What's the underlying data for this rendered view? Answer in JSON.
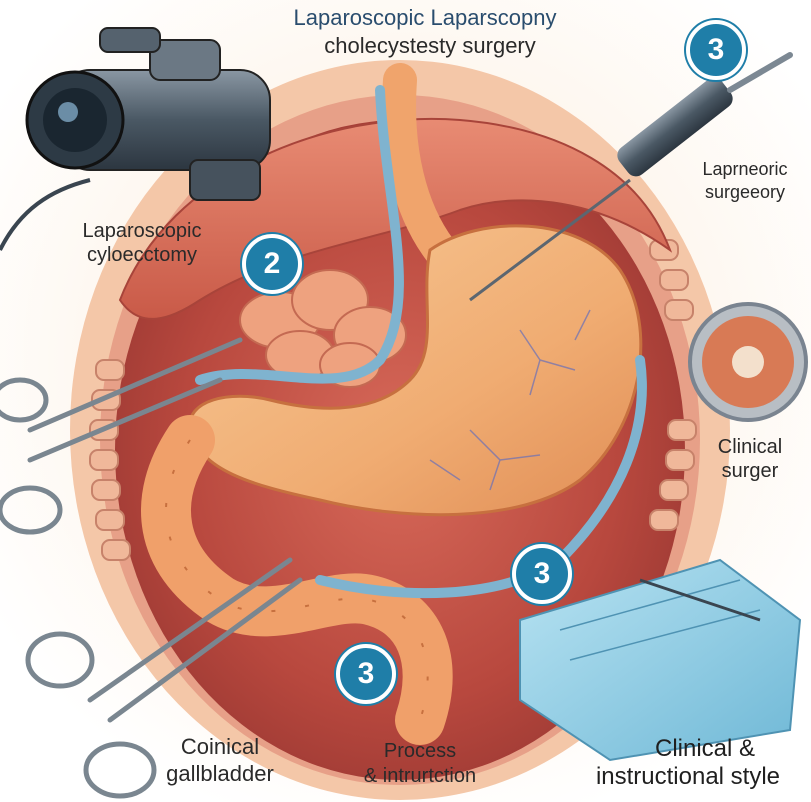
{
  "title": {
    "line1": "Laparoscopic Laparscopny",
    "line2": "cholecystesty surgery"
  },
  "labels": {
    "top_left_line1": "Laparoscopic",
    "top_left_line2": "cyloecctomy",
    "right_top_line1": "Laprneoric",
    "right_top_line2": "surgeeory",
    "right_mid_line1": "Clinical",
    "right_mid_line2": "surger",
    "bottom_left_line1": "Coinical",
    "bottom_left_line2": "gallbladder",
    "bottom_center_line1": "Process",
    "bottom_center_line2": "& intrurtction",
    "bottom_right_line1": "Clinical &",
    "bottom_right_line2": "instructional style"
  },
  "badges": {
    "top_right": "3",
    "left": "2",
    "center_right": "3",
    "bottom_center": "3"
  },
  "colors": {
    "badge_blue": "#1f7ea8",
    "stomach": "#f2b27a",
    "abdominal_cavity": "#c8564a",
    "intestine": "#f0a06a",
    "tube_blue": "#7fb3cf",
    "drape_blue": "#8fcfe6"
  }
}
